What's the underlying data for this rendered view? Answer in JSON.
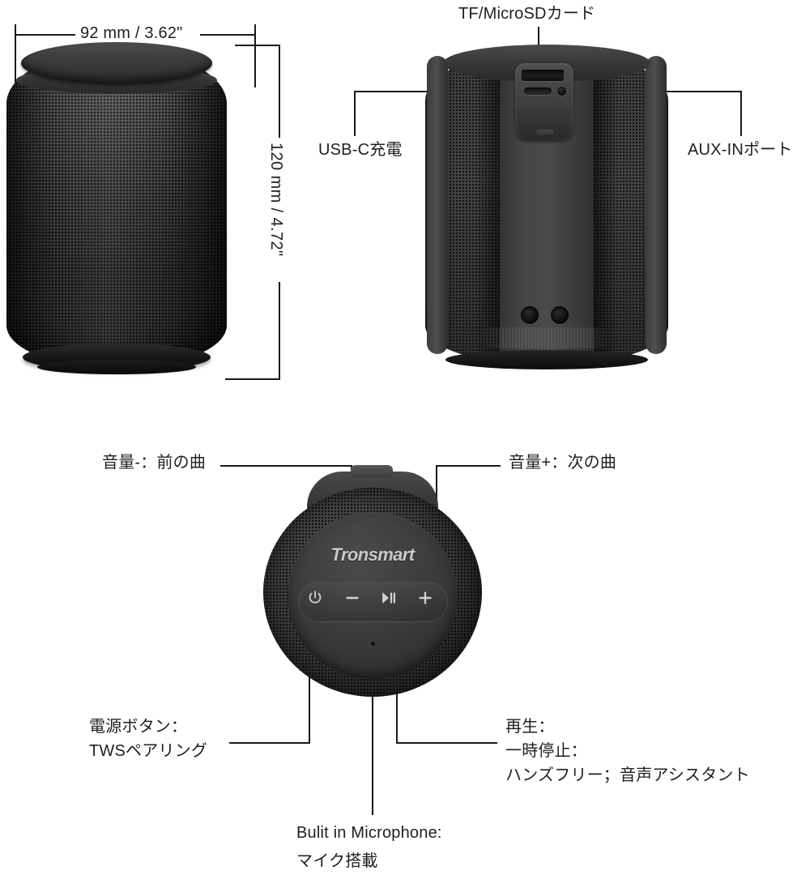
{
  "document": {
    "type": "product-diagram",
    "subject": "Tronsmart portable bluetooth speaker",
    "brand": "Tronsmart",
    "background_color": "#ffffff",
    "line_color": "#1a1a1a",
    "text_color": "#1f1f1f"
  },
  "dimensions": {
    "width_label": "92 mm / 3.62\"",
    "height_label": "120 mm / 4.72\""
  },
  "back_view": {
    "callouts": {
      "tf_card": "TF/MicroSDカード",
      "usb_c": "USB-C充電",
      "aux_in": "AUX-INポート"
    },
    "ports": {
      "tf_slot": "tf-card-slot",
      "usb_c_port": "usb-c-port",
      "aux_port": "aux-in-jack"
    }
  },
  "top_view": {
    "brand_logo": "Tronsmart",
    "callouts": {
      "volume_down": "音量-：前の曲",
      "volume_up": "音量+：次の曲",
      "power_line1": "電源ボタン：",
      "power_line2": "TWSペアリング",
      "play_line1": "再生：",
      "play_line2": "一時停止：",
      "play_line3": "ハンズフリー；音声アシスタント",
      "mic_line1": "Bulit in Microphone:",
      "mic_line2": "マイク搭載"
    },
    "buttons": [
      {
        "name": "power-button",
        "icon": "power-icon"
      },
      {
        "name": "volume-down-button",
        "icon": "minus-icon"
      },
      {
        "name": "play-pause-button",
        "icon": "play-pause-icon"
      },
      {
        "name": "volume-up-button",
        "icon": "plus-icon"
      }
    ]
  }
}
